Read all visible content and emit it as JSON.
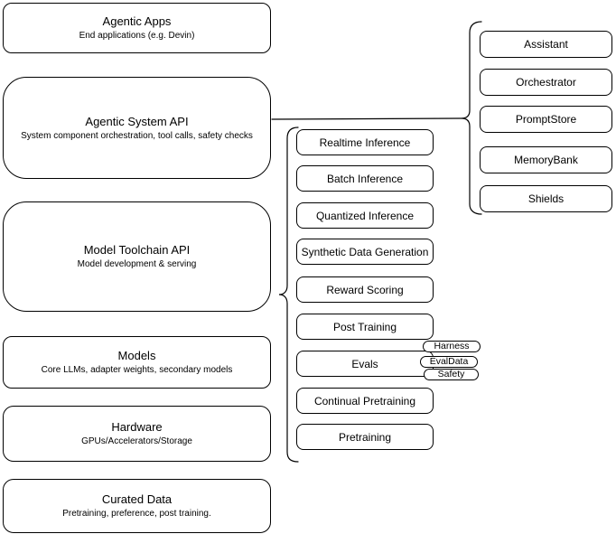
{
  "diagram": {
    "background": "#ffffff",
    "stroke_color": "#000000",
    "text_color": "#000000"
  },
  "left_column": {
    "boxes": [
      {
        "title": "Agentic Apps",
        "subtitle": "End applications (e.g. Devin)"
      },
      {
        "title": "Agentic System API",
        "subtitle": "System component orchestration, tool calls, safety checks"
      },
      {
        "title": "Model Toolchain API",
        "subtitle": "Model development & serving"
      },
      {
        "title": "Models",
        "subtitle": "Core LLMs, adapter weights, secondary models"
      },
      {
        "title": "Hardware",
        "subtitle": "GPUs/Accelerators/Storage"
      },
      {
        "title": "Curated Data",
        "subtitle": "Pretraining, preference, post training."
      }
    ]
  },
  "middle_column": {
    "items": [
      {
        "label": "Realtime Inference"
      },
      {
        "label": "Batch Inference"
      },
      {
        "label": "Quantized Inference"
      },
      {
        "label": "Synthetic Data Generation"
      },
      {
        "label": "Reward Scoring"
      },
      {
        "label": "Post Training"
      },
      {
        "label": "Evals"
      },
      {
        "label": "Continual Pretraining"
      },
      {
        "label": "Pretraining"
      }
    ],
    "eval_tags": [
      {
        "label": "Harness"
      },
      {
        "label": "EvalData"
      },
      {
        "label": "Safety"
      }
    ]
  },
  "right_column": {
    "items": [
      {
        "label": "Assistant"
      },
      {
        "label": "Orchestrator"
      },
      {
        "label": "PromptStore"
      },
      {
        "label": "MemoryBank"
      },
      {
        "label": "Shields"
      }
    ]
  }
}
